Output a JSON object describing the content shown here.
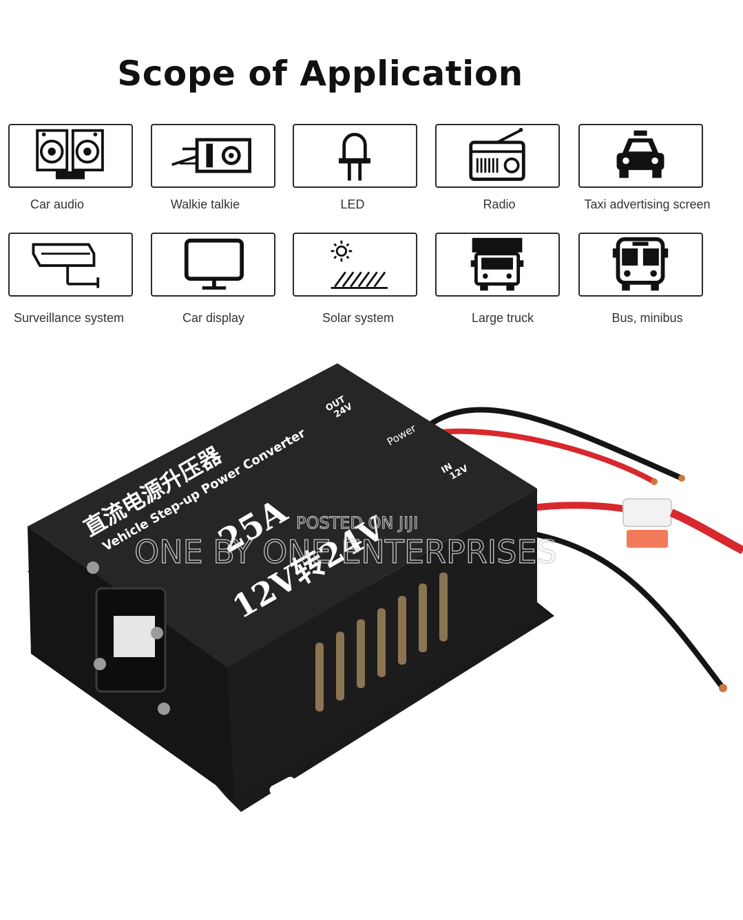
{
  "title": "Scope of Application",
  "applications": [
    {
      "label": "Car audio",
      "icon": "speaker-icon"
    },
    {
      "label": "Walkie talkie",
      "icon": "walkie-talkie-icon"
    },
    {
      "label": "LED",
      "icon": "led-icon"
    },
    {
      "label": "Radio",
      "icon": "radio-icon"
    },
    {
      "label": "Taxi advertising screen",
      "icon": "taxi-icon"
    },
    {
      "label": "Surveillance system",
      "icon": "camera-icon"
    },
    {
      "label": "Car display",
      "icon": "monitor-icon"
    },
    {
      "label": "Solar system",
      "icon": "solar-icon"
    },
    {
      "label": "Large truck",
      "icon": "truck-icon"
    },
    {
      "label": "Bus, minibus",
      "icon": "bus-icon"
    }
  ],
  "product": {
    "chinese_title": "直流电源升压器",
    "english_title": "Vehicle Step-up Power Converter",
    "amperage": "25A",
    "conversion": "12V转24V",
    "out_label": "OUT",
    "out_voltage": "24V",
    "power_label": "Power",
    "in_label": "IN",
    "in_voltage": "12V",
    "body_color": "#1f1f1f",
    "wire_red": "#d8282e",
    "wire_black": "#151515"
  },
  "watermark": {
    "line1": "POSTED ON JIJI",
    "line2": "ONE BY ONE ENTERPRISES"
  }
}
